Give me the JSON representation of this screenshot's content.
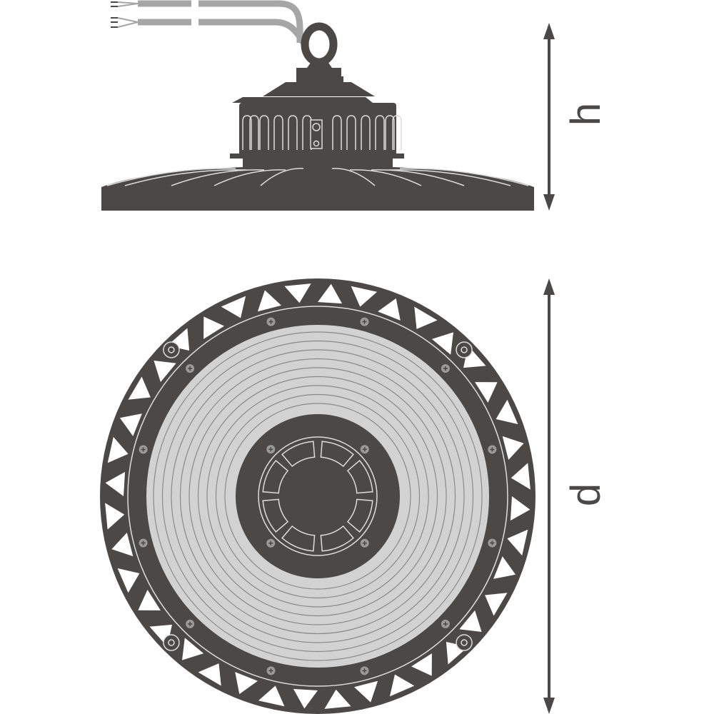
{
  "colors": {
    "dark": "#4a4948",
    "light": "#d2d2d2",
    "cable": "#a6a6a6",
    "background": "#ffffff"
  },
  "dimensions": {
    "height_label": "h",
    "diameter_label": "d"
  },
  "views": [
    "side-view",
    "bottom-view"
  ]
}
